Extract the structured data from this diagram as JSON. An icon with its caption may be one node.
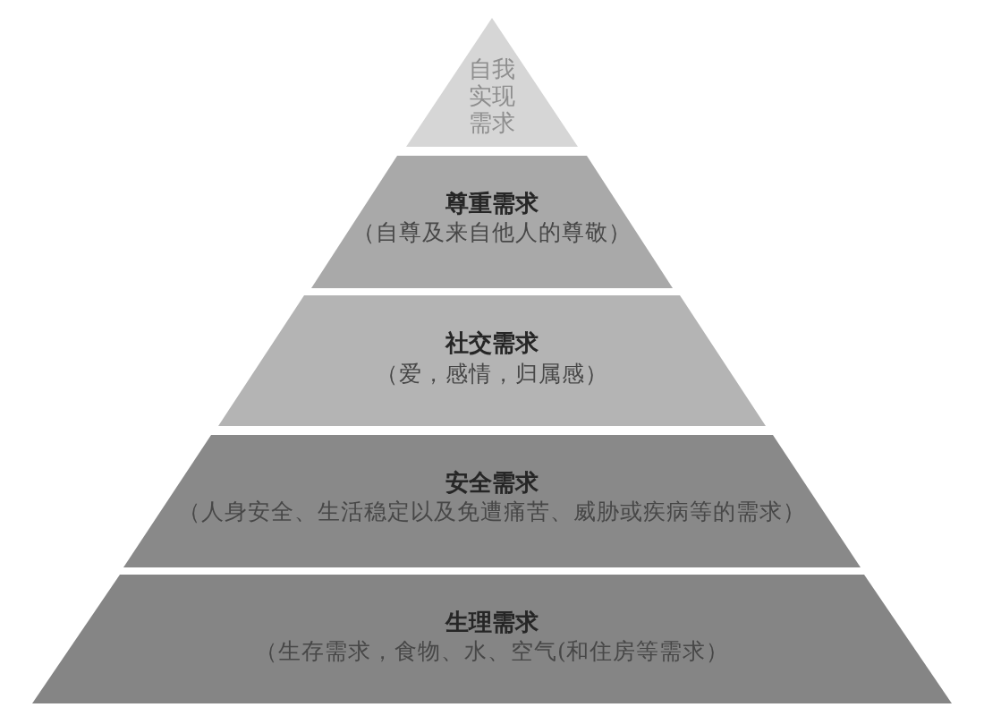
{
  "diagram": {
    "nodes": [
      {
        "text": [
          "自我实现需求"
        ]
      },
      {
        "text": [
          "尊重需求",
          "（自尊及来自他人的尊敬）"
        ]
      },
      {
        "text": [
          "社交需求",
          "（爱，感情，归属感）"
        ]
      },
      {
        "text": [
          "安全需求",
          "（人身安全、生活稳定以及免遭痛苦、威胁或疾病等的需求）"
        ]
      },
      {
        "text": [
          "生理需求",
          "（生存需求，食物、水、空气(和住房等需求）"
        ]
      }
    ]
  }
}
